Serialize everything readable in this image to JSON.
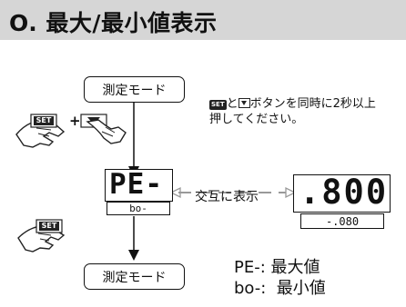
{
  "header": {
    "title": "O. 最大/最小値表示"
  },
  "flow": {
    "mode_top": "測定モード",
    "mode_bottom": "測定モード",
    "plus": "+"
  },
  "keys": {
    "set": "SET",
    "down_icon": "down-arrow-key-icon",
    "hand_icon": "pressing-hand-icon"
  },
  "instruction": {
    "key_set": "SET",
    "text1": "と",
    "text2": "ボタンを同時に2秒以上",
    "line2": "押してください。"
  },
  "display": {
    "main_value": "PE-",
    "sub_value": "bo-",
    "alt_label": "交互に表示",
    "alt_main_value": ".800",
    "alt_sub_value": "-.080"
  },
  "legend": {
    "max_line": "PE-: 最大値",
    "min_line": "bo-:  最小値"
  }
}
